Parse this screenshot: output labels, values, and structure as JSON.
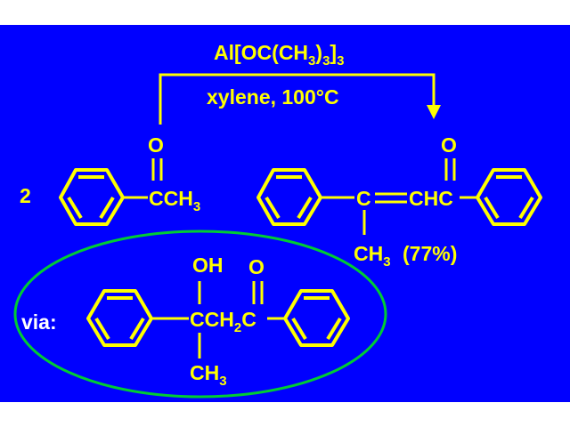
{
  "colors": {
    "background": "#0000ff",
    "bond": "#ffff00",
    "text": "#ffff00",
    "arrow": "#ffff00",
    "ellipse": "#00cc33",
    "label": "#ffffff"
  },
  "arrow": {
    "reagent_prefix": "Al[OC(CH",
    "reagent_sub1": "3",
    "reagent_mid": ")",
    "reagent_sub2": "3",
    "reagent_close": "]",
    "reagent_sub3": "3",
    "conditions": "xylene, 100°C"
  },
  "reactant": {
    "coefficient": "2",
    "oxygen": "O",
    "group_main": "CCH",
    "group_sub": "3"
  },
  "product": {
    "oxygen": "O",
    "alkene_carbon": "C",
    "enone_group": "CHC",
    "methyl_main": "CH",
    "methyl_sub": "3",
    "yield": "(77%)"
  },
  "intermediate": {
    "label": "via:",
    "hydroxyl": "OH",
    "oxygen": "O",
    "chain_a": "CCH",
    "chain_sub": "2",
    "chain_b": "C",
    "methyl_main": "CH",
    "methyl_sub": "3"
  }
}
